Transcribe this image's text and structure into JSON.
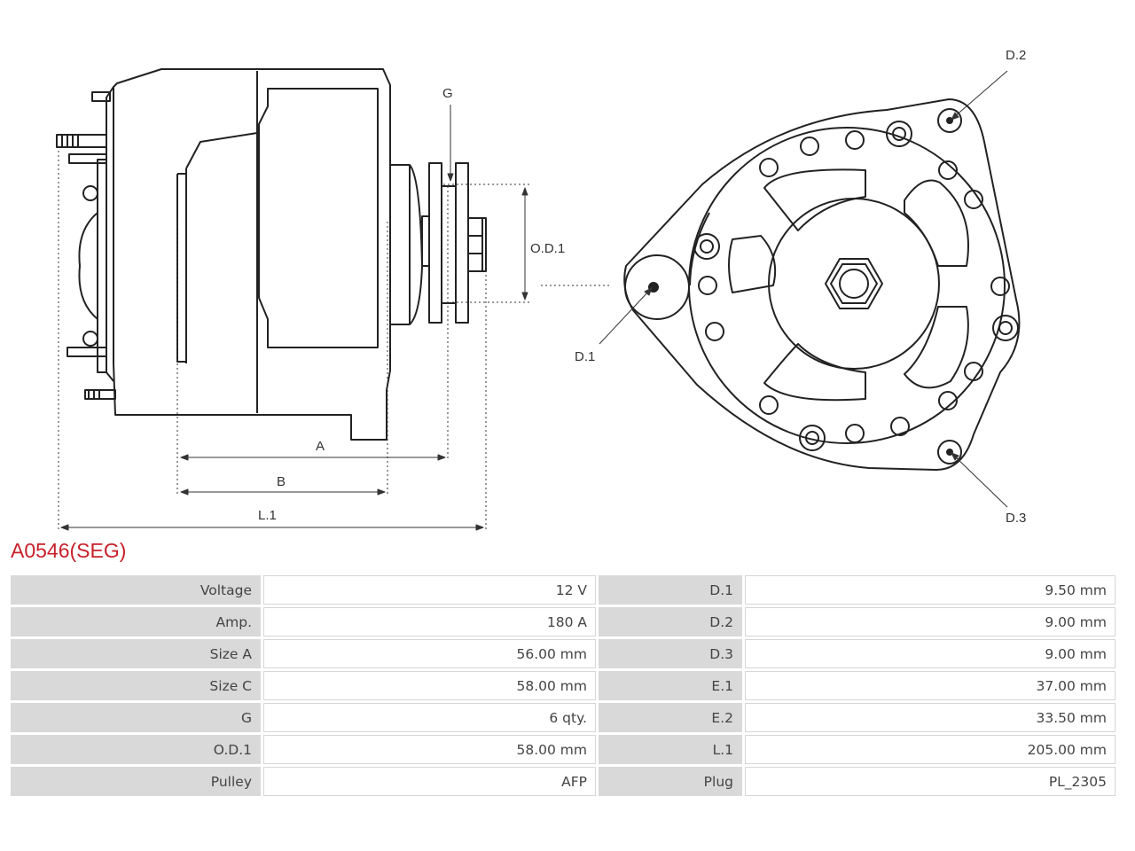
{
  "title": "A0546(SEG)",
  "labels": {
    "g": "G",
    "od1": "O.D.1",
    "a": "A",
    "b": "B",
    "l1": "L.1",
    "d1": "D.1",
    "d2": "D.2",
    "d3": "D.3"
  },
  "specs": [
    {
      "k1": "Voltage",
      "v1": "12 V",
      "k2": "D.1",
      "v2": "9.50 mm"
    },
    {
      "k1": "Amp.",
      "v1": "180 A",
      "k2": "D.2",
      "v2": "9.00 mm"
    },
    {
      "k1": "Size A",
      "v1": "56.00 mm",
      "k2": "D.3",
      "v2": "9.00 mm"
    },
    {
      "k1": "Size C",
      "v1": "58.00 mm",
      "k2": "E.1",
      "v2": "37.00 mm"
    },
    {
      "k1": "G",
      "v1": "6 qty.",
      "k2": "E.2",
      "v2": "33.50 mm"
    },
    {
      "k1": "O.D.1",
      "v1": "58.00 mm",
      "k2": "L.1",
      "v2": "205.00 mm"
    },
    {
      "k1": "Pulley",
      "v1": "AFP",
      "k2": "Plug",
      "v2": "PL_2305"
    }
  ]
}
